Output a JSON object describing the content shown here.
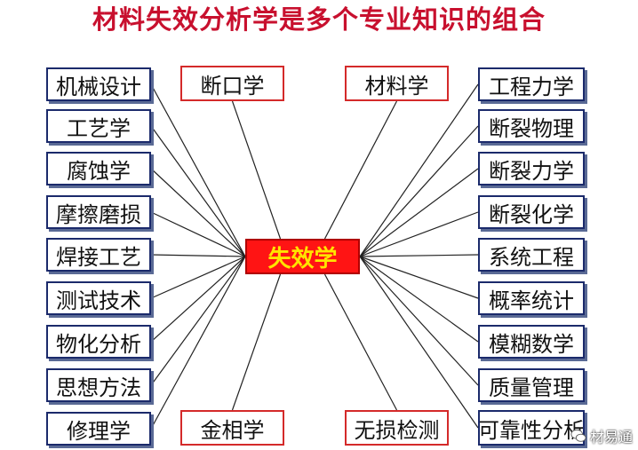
{
  "title": "材料失效分析学是多个专业知识的组合",
  "center": "失效学",
  "left_column": [
    "机械设计",
    "工艺学",
    "腐蚀学",
    "摩擦磨损",
    "焊接工艺",
    "测试技术",
    "物化分析",
    "思想方法",
    "修理学"
  ],
  "right_column": [
    "工程力学",
    "断裂物理",
    "断裂力学",
    "断裂化学",
    "系统工程",
    "概率统计",
    "模糊数学",
    "质量管理",
    "可靠性分析"
  ],
  "top_row": [
    "断口学",
    "材料学"
  ],
  "bottom_row": [
    "金相学",
    "无损检测"
  ],
  "watermark": "材易通",
  "colors": {
    "title": "#c8102e",
    "center_fill": "#ff1414",
    "center_text": "#ffe400",
    "blue_border": "#1b2a6b",
    "red_border": "#d42a2a"
  }
}
